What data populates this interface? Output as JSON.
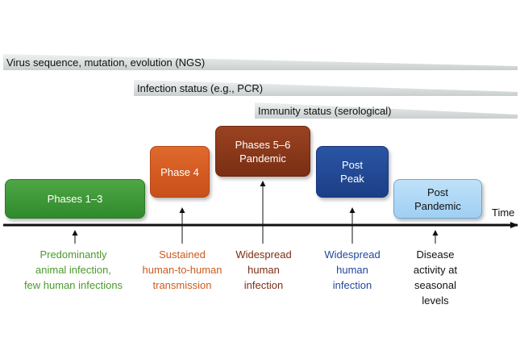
{
  "wedges": [
    {
      "label": "Virus sequence, mutation, evolution (NGS)"
    },
    {
      "label": "Infection status (e.g., PCR)"
    },
    {
      "label": "Immunity status (serological)"
    }
  ],
  "phases": [
    {
      "label": "Phases 1–3",
      "color": "#3a9a35"
    },
    {
      "label": "Phase 4",
      "color": "#d65d23"
    },
    {
      "label": "Phases 5–6\nPandemic",
      "color": "#8a3a1b"
    },
    {
      "label": "Post\nPeak",
      "color": "#234b98"
    },
    {
      "label": "Post\nPandemic",
      "color": "#aed8f6"
    }
  ],
  "axis": {
    "label": "Time"
  },
  "descriptions": [
    {
      "text": "Predominantly\nanimal infection,\nfew human infections",
      "color": "#4a9a2c"
    },
    {
      "text": "Sustained\nhuman-to-human\ntransmission",
      "color": "#cc5a1e"
    },
    {
      "text": "Widespread\nhuman\ninfection",
      "color": "#7a2e13"
    },
    {
      "text": "Widespread\nhuman\ninfection",
      "color": "#22489a"
    },
    {
      "text": "Disease\nactivity at\nseasonal\nlevels",
      "color": "#111111"
    }
  ]
}
